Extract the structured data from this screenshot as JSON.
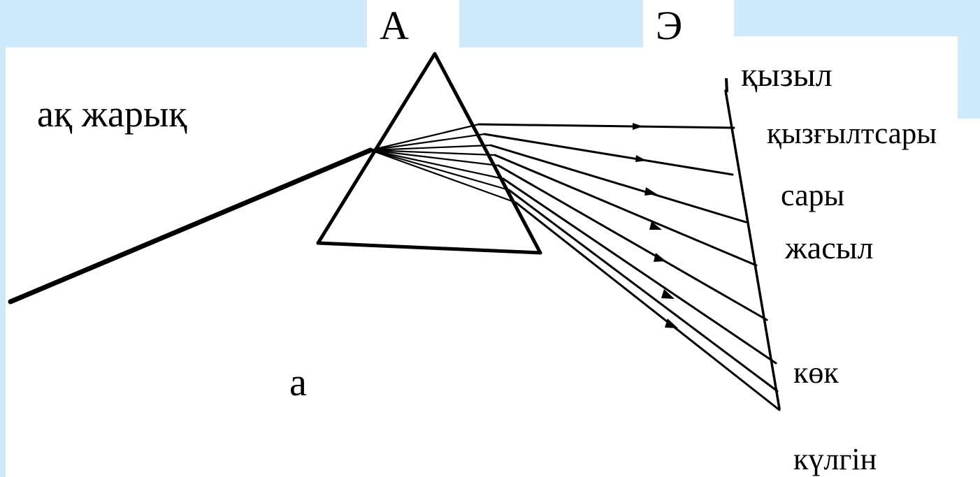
{
  "labels": {
    "point_a_upper": "А",
    "point_screen": "Э",
    "white_light": "ақ жарық",
    "caption": "а"
  },
  "spectrum": [
    "қызыл",
    "қызғылтсары",
    "сары",
    "жасыл",
    "көк",
    "күлгін"
  ],
  "colors": {
    "background": "#cfeafb",
    "panel": "#ffffff",
    "ink": "#000000"
  }
}
